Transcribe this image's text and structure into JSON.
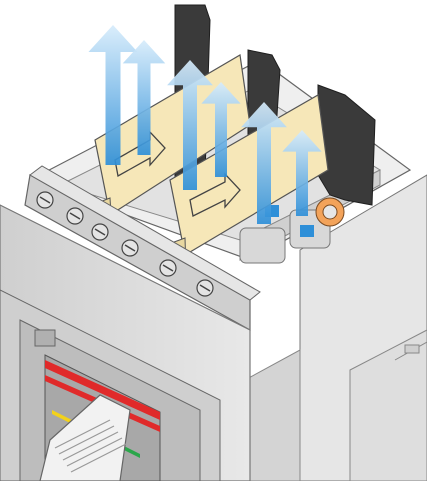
{
  "illustration": {
    "subject": "breaker-terminal-phase-separator-installation",
    "separator_count": 2,
    "separator_icon": "right-arrow-icon",
    "insertion_arrow_icon": "up-arrow-icon",
    "insertion_arrow_count": 6,
    "terminal_screw_count": 6,
    "colors": {
      "breaker_body": "#d9d9d9",
      "breaker_top": "#eeeeee",
      "separator_fill": "#f6e7b8",
      "separator_stroke": "#555555",
      "barrier_dark": "#3a3a3a",
      "arrow_light": "#d7ecfb",
      "arrow_dark": "#2e8fd8",
      "terminal_orange": "#f3a35a",
      "handle_red": "#e02a2a",
      "indicator_yellow": "#f3d21a",
      "indicator_green": "#2aa64a"
    }
  }
}
